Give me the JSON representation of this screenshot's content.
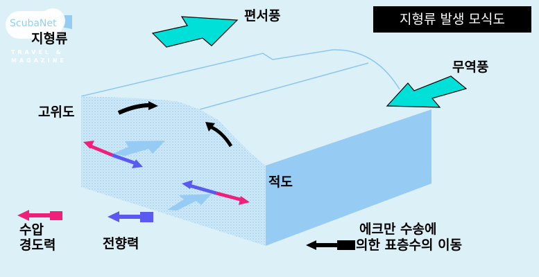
{
  "title": "지형류 발생 모식도",
  "logo": {
    "name": "ScubaNet",
    "line1": "TRAVEL &",
    "line2": "MAGAZINE"
  },
  "labels": {
    "geostrophic": "지형류",
    "westerlies": "편서풍",
    "trade_winds": "무역풍",
    "high_latitude": "고위도",
    "equator": "적도"
  },
  "legend": {
    "pressure_gradient_line1": "수압",
    "pressure_gradient_line2": "경도력",
    "coriolis": "전향력",
    "ekman_line1": "에크만 수송에",
    "ekman_line2": "의한 표층수의 이동"
  },
  "colors": {
    "background": "#dcf0f8",
    "wind_arrow": "#00e0d8",
    "pressure_gradient": "#f0207a",
    "coriolis": "#5a5af0",
    "ocean_side": "#96ccf4",
    "section_dots": "#9dd0f0"
  }
}
